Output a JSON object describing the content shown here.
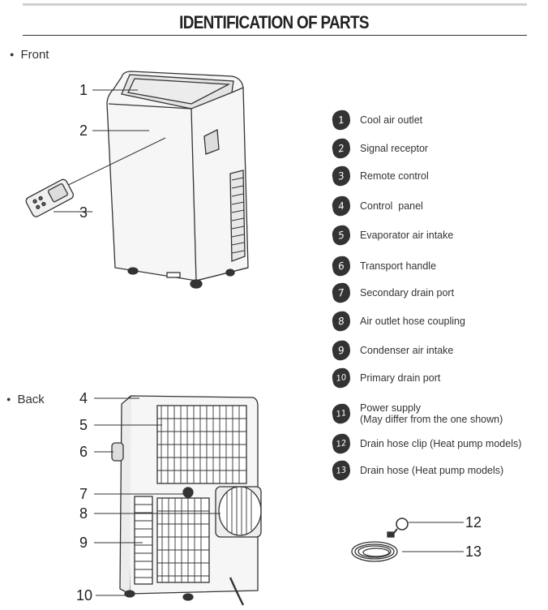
{
  "header": {
    "title": "IDENTIFICATION OF PARTS"
  },
  "sections": {
    "front": "Front",
    "back": "Back"
  },
  "parts": [
    {
      "num": "1",
      "label": "Cool air outlet"
    },
    {
      "num": "2",
      "label": "Signal receptor"
    },
    {
      "num": "3",
      "label": "Remote control"
    },
    {
      "num": "4",
      "label": "Control  panel"
    },
    {
      "num": "5",
      "label": "Evaporator air intake"
    },
    {
      "num": "6",
      "label": "Transport handle"
    },
    {
      "num": "7",
      "label": "Secondary drain port"
    },
    {
      "num": "8",
      "label": "Air outlet hose coupling"
    },
    {
      "num": "9",
      "label": "Condenser air intake"
    },
    {
      "num": "10",
      "label": "Primary drain port"
    },
    {
      "num": "11",
      "label": "Power supply",
      "sub": "(May differ from the one shown)"
    },
    {
      "num": "12",
      "label": "Drain hose clip (Heat pump models)"
    },
    {
      "num": "13",
      "label": "Drain hose (Heat pump models)"
    }
  ],
  "callouts": {
    "front": [
      "1",
      "2",
      "3"
    ],
    "back": [
      "4",
      "5",
      "6",
      "7",
      "8",
      "9",
      "10"
    ],
    "accessories": [
      "12",
      "13"
    ]
  }
}
